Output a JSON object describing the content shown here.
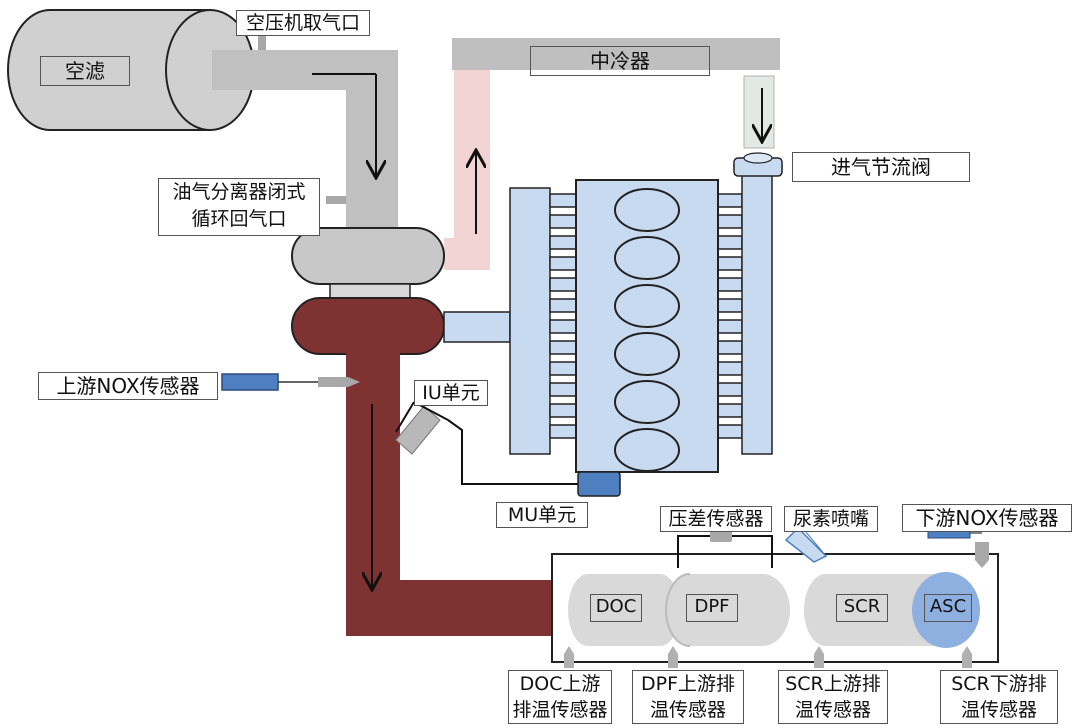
{
  "labels": {
    "air_filter": "空滤",
    "compressor_tap": "空压机取气口",
    "intercooler": "中冷器",
    "throttle": "进气节流阀",
    "oil_sep_line1": "油气分离器闭式",
    "oil_sep_line2": "循环回气口",
    "upstream_nox": "上游NOX传感器",
    "iu_unit": "IU单元",
    "mu_unit": "MU单元",
    "dp_sensor": "压差传感器",
    "urea_nozzle": "尿素喷嘴",
    "downstream_nox": "下游NOX传感器",
    "doc": "DOC",
    "dpf": "DPF",
    "scr": "SCR",
    "asc": "ASC",
    "doc_temp_line1": "DOC上游",
    "doc_temp_line2": "排温传感器",
    "dpf_temp_line1": "DPF上游排",
    "dpf_temp_line2": "温传感器",
    "scr_up_temp_line1": "SCR上游排",
    "scr_up_temp_line2": "温传感器",
    "scr_down_temp_line1": "SCR下游排",
    "scr_down_temp_line2": "温传感器"
  },
  "colors": {
    "intake_gray": "#c0c0c0",
    "intercooler_gray": "#bfbfbf",
    "hot_pink": "#f2d4d4",
    "exhaust_red": "#7f3232",
    "engine_blue": "#c8daf0",
    "sensor_blue": "#4e7fc0",
    "asc_blue": "#8db0e0",
    "catalyst_gray": "#d9d9d9"
  }
}
